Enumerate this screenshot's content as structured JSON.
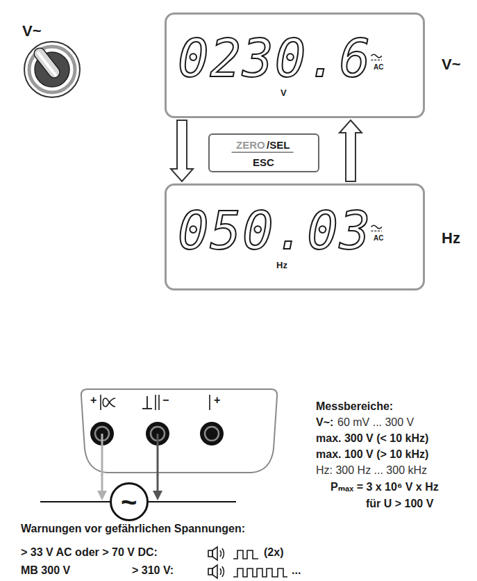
{
  "diagram": {
    "nodes": [
      {
        "text": [
          "0230.6",
          "AC",
          "V"
        ]
      },
      {
        "text": [
          "ZERO",
          "/SEL",
          "ESC"
        ]
      },
      {
        "text": [
          "050.03",
          "AC",
          "Hz"
        ]
      },
      {
        "text": [
          "+",
          "−",
          "+"
        ]
      },
      {
        "text": [
          "~"
        ]
      }
    ],
    "edges": [
      {
        "from": 0,
        "to": 2,
        "arrow": "to"
      },
      {
        "from": 2,
        "to": 0,
        "arrow": "to"
      }
    ],
    "labels": [
      "V~",
      "V~",
      "Hz",
      "Messbereiche:",
      "V~:",
      "60 mV ... 300 V",
      "max. 300 V (< 10 kHz)",
      "max. 100 V (> 10 kHz)",
      "Hz: 300 Hz ... 300 kHz",
      "Pₘₐₓ = 3 x 10⁶ V x Hz",
      "für U > 100 V",
      "Warnungen vor gefährlichen Spannungen:",
      "> 33 V AC oder > 70 V DC:",
      "(2x)",
      "MB 300 V",
      "> 310 V:",
      "..."
    ]
  }
}
